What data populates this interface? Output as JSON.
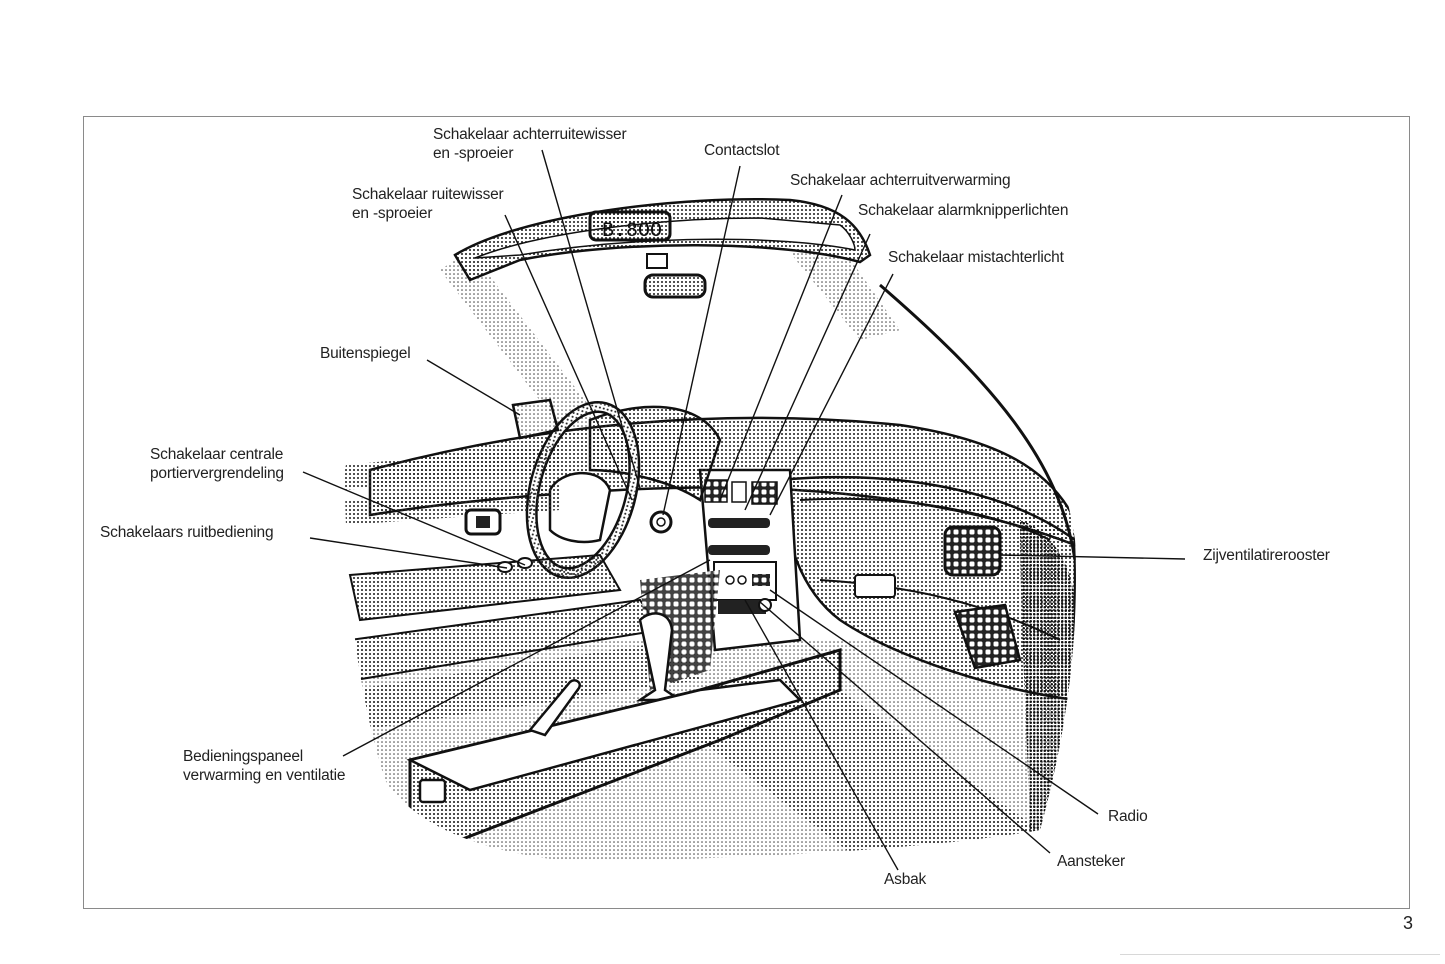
{
  "page": {
    "page_number": "3",
    "figure": "car-interior-dashboard-overview"
  },
  "labels": {
    "rear_wiper": [
      "Schakelaar achterruitewisser",
      "en -sproeier"
    ],
    "wiper": [
      "Schakelaar ruitewisser",
      "en -sproeier"
    ],
    "ignition": [
      "Contactslot"
    ],
    "rear_defrost": [
      "Schakelaar achterruitverwarming"
    ],
    "hazard": [
      "Schakelaar alarmknipperlichten"
    ],
    "rear_fog": [
      "Schakelaar mistachterlicht"
    ],
    "outside_mirror": [
      "Buitenspiegel"
    ],
    "central_lock": [
      "Schakelaar centrale",
      "portiervergrendeling"
    ],
    "power_windows": [
      "Schakelaars ruitbediening"
    ],
    "side_vent": [
      "Zijventilatirerooster"
    ],
    "heater_panel": [
      "Bedieningspaneel",
      "verwarming en ventilatie"
    ],
    "radio": [
      "Radio"
    ],
    "lighter": [
      "Aansteker"
    ],
    "ashtray": [
      "Asbak"
    ]
  }
}
